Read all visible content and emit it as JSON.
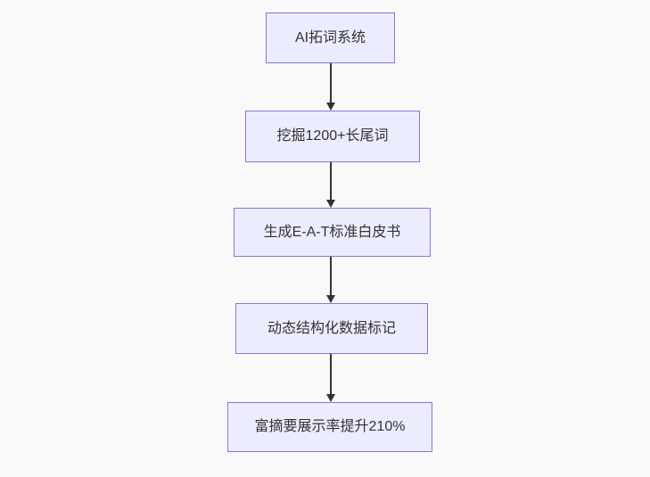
{
  "diagram": {
    "type": "flowchart",
    "direction": "top-down",
    "colors": {
      "background": "#f9f9f9",
      "node_fill": "#ECECFF",
      "node_border": "#9370DB",
      "node_text": "#333333",
      "arrow": "#333333"
    },
    "nodes": [
      {
        "id": "A",
        "label": "AI拓词系统"
      },
      {
        "id": "B",
        "label": "挖掘1200+长尾词"
      },
      {
        "id": "C",
        "label": "生成E-A-T标准白皮书"
      },
      {
        "id": "D",
        "label": "动态结构化数据标记"
      },
      {
        "id": "E",
        "label": "富摘要展示率提升210%"
      }
    ],
    "edges": [
      {
        "from": "AI拓词系统",
        "to": "挖掘1200+长尾词",
        "style": "arrow"
      },
      {
        "from": "挖掘1200+长尾词",
        "to": "生成E-A-T标准白皮书",
        "style": "arrow"
      },
      {
        "from": "生成E-A-T标准白皮书",
        "to": "动态结构化数据标记",
        "style": "arrow"
      },
      {
        "from": "动态结构化数据标记",
        "to": "富摘要展示率提升210%",
        "style": "arrow"
      }
    ]
  }
}
